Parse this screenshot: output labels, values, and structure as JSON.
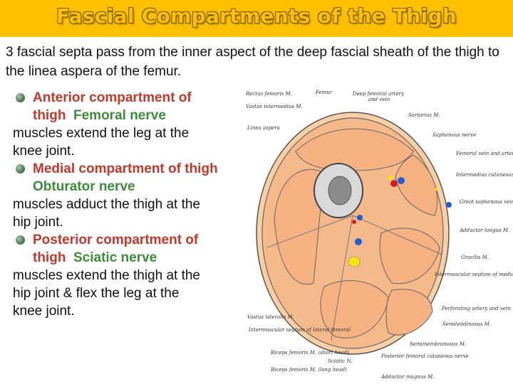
{
  "title": "Fascial Compartments of the Thigh",
  "intro": "3  fascial septa pass from the inner aspect of the deep fascial sheath of the thigh to the linea aspera of the femur.",
  "compartments": [
    {
      "heading_line1": "Anterior compartment of",
      "heading_line2": "thigh",
      "nerve": "Femoral nerve",
      "function_line1": "muscles extend the leg at the",
      "function_line2": "knee joint."
    },
    {
      "heading_line1": "Medial compartment of thigh",
      "heading_line2": "",
      "nerve": "Obturator nerve",
      "function_line1": "muscles adduct the thigh at the",
      "function_line2": "hip joint."
    },
    {
      "heading_line1": "Posterior compartment of",
      "heading_line2": "thigh",
      "nerve": "Sciatic nerve",
      "function_line1": "muscles extend the thigh at the",
      "function_line2": "hip joint & flex the leg at the",
      "function_line3": "knee joint."
    }
  ],
  "figure_labels": {
    "rectus_femoris": "Rectus femoris M.",
    "femur": "Femur",
    "deep_femoral": "Deep femoral artery",
    "and_vein": "and vein",
    "vastus_intermedius": "Vastus intermedius M.",
    "sartorius": "Sartorius M.",
    "linea_aspera": "Linea aspera",
    "saphenous_nerve": "Saphenous nerve",
    "femoral_vein_artery": "Femoral vein and artery",
    "intermedius_cutaneous": "Intermedius cutaneous nerve",
    "great_saphenous": "Great saphenous vein",
    "adductor_longus": "Adductor longus M.",
    "gracilis": "Gracilis M.",
    "intermuscular_septum": "Intermuscular septum of medial femoral",
    "perforating": "Perforating artery and vein",
    "semitendinosus": "Semitendinosus M.",
    "vastus_lateralis": "Vastus lateralis M.",
    "intermuscular_lateral": "Intermuscular septum of lateral femoral",
    "sciatic": "Sciatic N.",
    "biceps_short": "Biceps femoris M. (short head)",
    "biceps_long": "Biceps femoris M. (long head)",
    "posterior_femoral_cutaneous": "Posterior femoral cutaneous nerve",
    "semimembranosus": "Semimembranosus M.",
    "adductor_magnus": "Adductor magnus M."
  }
}
